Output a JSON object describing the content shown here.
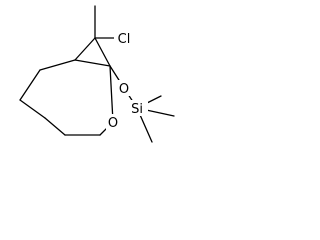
{
  "molecule": {
    "atoms": {
      "chlorine": "Cl",
      "ring_oxygen": "O",
      "silyl_ether_oxygen": "O",
      "silicon": "Si"
    }
  }
}
